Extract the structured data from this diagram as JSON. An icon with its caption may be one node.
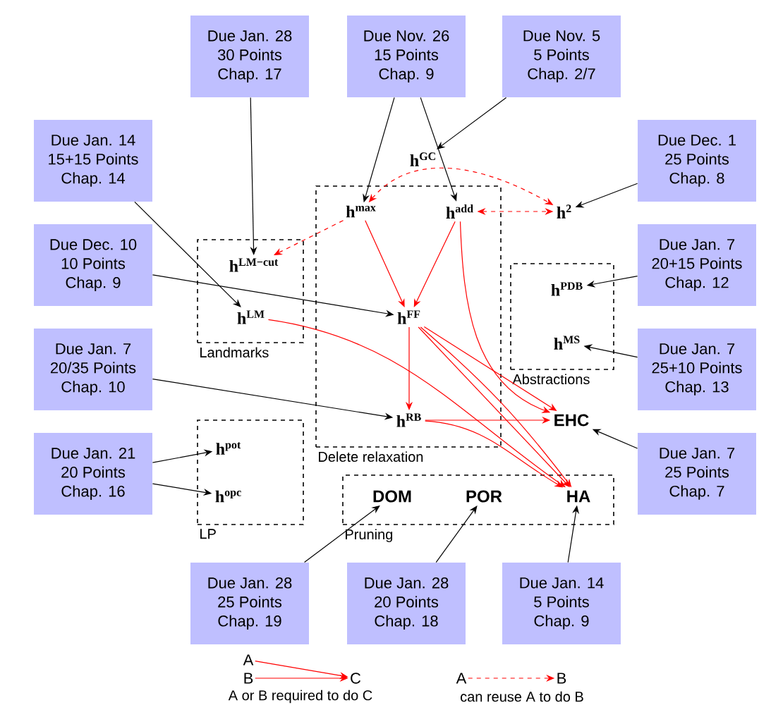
{
  "diagram": {
    "nodes": [
      {
        "text": [
          "Due Jan. 28",
          "30 Points",
          "Chap. 17"
        ]
      },
      {
        "text": [
          "Due Nov. 26",
          "15 Points",
          "Chap. 9"
        ]
      },
      {
        "text": [
          "Due Nov. 5",
          "5 Points",
          "Chap. 2/7"
        ]
      },
      {
        "text": [
          "Due Jan. 14",
          "15+15 Points",
          "Chap. 14"
        ]
      },
      {
        "text": [
          "Due Dec. 1",
          "25 Points",
          "Chap. 8"
        ]
      },
      {
        "text": [
          "h$^{GC}$"
        ]
      },
      {
        "text": [
          "Delete relaxation"
        ]
      },
      {
        "text": [
          "h$^{max}$"
        ],
        "in": 6
      },
      {
        "text": [
          "h$^{add}$"
        ],
        "in": 6
      },
      {
        "text": [
          "h$^{2}$"
        ]
      },
      {
        "text": [
          "Landmarks"
        ]
      },
      {
        "text": [
          "h$^{LM−cut}$"
        ],
        "in": 10
      },
      {
        "text": [
          "h$^{LM}$"
        ],
        "in": 10
      },
      {
        "text": [
          "Due Dec. 10",
          "10 Points",
          "Chap. 9"
        ]
      },
      {
        "text": [
          "h$^{FF}$"
        ],
        "in": 6
      },
      {
        "text": [
          "Due Jan. 7",
          "20+15 Points",
          "Chap. 12"
        ]
      },
      {
        "text": [
          "Abstractions"
        ]
      },
      {
        "text": [
          "h$^{PDB}$"
        ],
        "in": 16
      },
      {
        "text": [
          "h$^{MS}$"
        ],
        "in": 16
      },
      {
        "text": [
          "Due Jan. 7",
          "20/35 Points",
          "Chap. 10"
        ]
      },
      {
        "text": [
          "Due Jan. 7",
          "25+10 Points",
          "Chap. 13"
        ]
      },
      {
        "text": [
          "h$^{RB}$"
        ],
        "in": 6
      },
      {
        "text": [
          "EHC"
        ]
      },
      {
        "text": [
          "Due Jan. 21",
          "20 Points",
          "Chap. 16"
        ]
      },
      {
        "text": [
          "LP"
        ]
      },
      {
        "text": [
          "h$^{pot}$"
        ],
        "in": 24
      },
      {
        "text": [
          "h$^{opc}$"
        ],
        "in": 24
      },
      {
        "text": [
          "Due Jan. 7",
          "25 Points",
          "Chap. 7"
        ]
      },
      {
        "text": [
          "Pruning"
        ]
      },
      {
        "text": [
          "DOM"
        ],
        "in": 28
      },
      {
        "text": [
          "POR"
        ],
        "in": 28
      },
      {
        "text": [
          "HA"
        ],
        "in": 28
      },
      {
        "text": [
          "Due Jan. 28",
          "25 Points",
          "Chap. 19"
        ]
      },
      {
        "text": [
          "Due Jan. 28",
          "20 Points",
          "Chap. 18"
        ]
      },
      {
        "text": [
          "Due Jan. 14",
          "5 Points",
          "Chap. 9"
        ]
      },
      {
        "text": [
          "A"
        ]
      },
      {
        "text": [
          "B"
        ]
      },
      {
        "text": [
          "C"
        ]
      },
      {
        "text": [
          "A"
        ]
      },
      {
        "text": [
          "B"
        ]
      }
    ],
    "edges": [
      {
        "from": 0,
        "to": 11,
        "arrow": "to"
      },
      {
        "from": 1,
        "to": 7,
        "arrow": "to"
      },
      {
        "from": 1,
        "to": 8,
        "arrow": "to"
      },
      {
        "from": 2,
        "to": 5,
        "arrow": "to"
      },
      {
        "from": 3,
        "to": 12,
        "arrow": "to"
      },
      {
        "from": 4,
        "to": 9,
        "arrow": "to"
      },
      {
        "from": 13,
        "to": 14,
        "arrow": "to"
      },
      {
        "from": 15,
        "to": 17,
        "arrow": "to"
      },
      {
        "from": 19,
        "to": 21,
        "arrow": "to"
      },
      {
        "from": 20,
        "to": 18,
        "arrow": "to"
      },
      {
        "from": 23,
        "to": 25,
        "arrow": "to"
      },
      {
        "from": 23,
        "to": 26,
        "arrow": "to"
      },
      {
        "from": 27,
        "to": 22,
        "arrow": "to"
      },
      {
        "from": 32,
        "to": 29,
        "arrow": "to"
      },
      {
        "from": 33,
        "to": 30,
        "arrow": "to"
      },
      {
        "from": 34,
        "to": 31,
        "arrow": "to"
      },
      {
        "from": 7,
        "to": 14,
        "arrow": "to",
        "color": "#ff0000"
      },
      {
        "from": 8,
        "to": 14,
        "arrow": "to",
        "color": "#ff0000"
      },
      {
        "from": 14,
        "to": 21,
        "arrow": "to",
        "color": "#ff0000"
      },
      {
        "from": 14,
        "to": 22,
        "arrow": "to",
        "color": "#ff0000"
      },
      {
        "from": 14,
        "to": 31,
        "arrow": "to",
        "color": "#ff0000"
      },
      {
        "from": 14,
        "to": 31,
        "arrow": "to",
        "color": "#ff0000"
      },
      {
        "from": 8,
        "to": 22,
        "arrow": "to",
        "color": "#ff0000"
      },
      {
        "from": 12,
        "to": 31,
        "arrow": "to",
        "color": "#ff0000"
      },
      {
        "from": 21,
        "to": 22,
        "arrow": "to",
        "color": "#ff0000"
      },
      {
        "from": 21,
        "to": 31,
        "arrow": "to",
        "color": "#ff0000"
      },
      {
        "from": 7,
        "to": 11,
        "arrow": "to",
        "style": "dashed",
        "color": "#ff0000"
      },
      {
        "from": 7,
        "to": 9,
        "arrow": "both",
        "style": "dashed",
        "color": "#ff0000"
      },
      {
        "from": 8,
        "to": 9,
        "arrow": "both",
        "style": "dashed",
        "color": "#ff0000"
      },
      {
        "from": 35,
        "to": 37,
        "arrow": "to",
        "color": "#ff0000"
      },
      {
        "from": 36,
        "to": 37,
        "arrow": "to",
        "color": "#ff0000"
      },
      {
        "from": 38,
        "to": 39,
        "arrow": "to",
        "style": "dashed",
        "color": "#ff0000"
      }
    ],
    "labels": [
      "A or B required to do C",
      "can reuse A to do B"
    ]
  }
}
